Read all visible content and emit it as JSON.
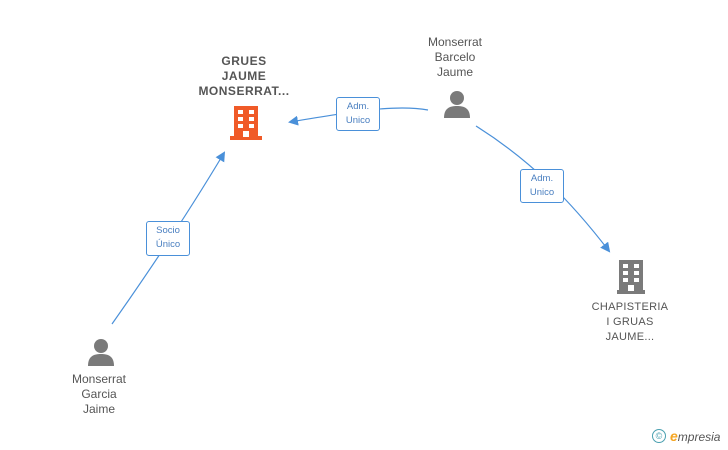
{
  "nodes": {
    "company_main": {
      "label_lines": [
        "GRUES",
        "JAUME",
        "MONSERRAT..."
      ],
      "icon": "building-icon",
      "color": "#f05a28"
    },
    "company_secondary": {
      "label_lines": [
        "CHAPISTERIA",
        "I GRUAS",
        "JAUME..."
      ],
      "icon": "building-icon",
      "color": "#7a7a7a"
    },
    "person_barcelo": {
      "label_lines": [
        "Monserrat",
        "Barcelo",
        "Jaume"
      ],
      "icon": "person-icon",
      "color": "#7a7a7a"
    },
    "person_garcia": {
      "label_lines": [
        "Monserrat",
        "Garcia",
        "Jaime"
      ],
      "icon": "person-icon",
      "color": "#7a7a7a"
    }
  },
  "edges": [
    {
      "from": "person_barcelo",
      "to": "company_main",
      "label_lines": [
        "Adm.",
        "Unico"
      ]
    },
    {
      "from": "person_barcelo",
      "to": "company_secondary",
      "label_lines": [
        "Adm.",
        "Unico"
      ]
    },
    {
      "from": "person_garcia",
      "to": "company_main",
      "label_lines": [
        "Socio",
        "Único"
      ]
    }
  ],
  "colors": {
    "edge": "#4a90d9"
  },
  "brand": {
    "copyright_symbol": "©",
    "initial": "e",
    "name": "mpresia"
  }
}
